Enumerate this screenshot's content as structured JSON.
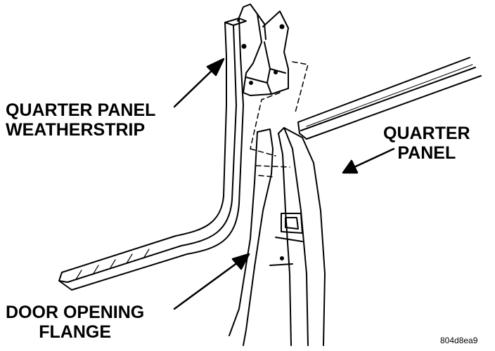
{
  "labels": {
    "quarter_panel_weatherstrip": {
      "line1": "QUARTER PANEL",
      "line2": "WEATHERSTRIP"
    },
    "quarter_panel": {
      "line1": "QUARTER",
      "line2": "PANEL"
    },
    "door_opening_flange": {
      "line1": "DOOR OPENING",
      "line2": "FLANGE"
    }
  },
  "figure_code": "804d8ea9"
}
